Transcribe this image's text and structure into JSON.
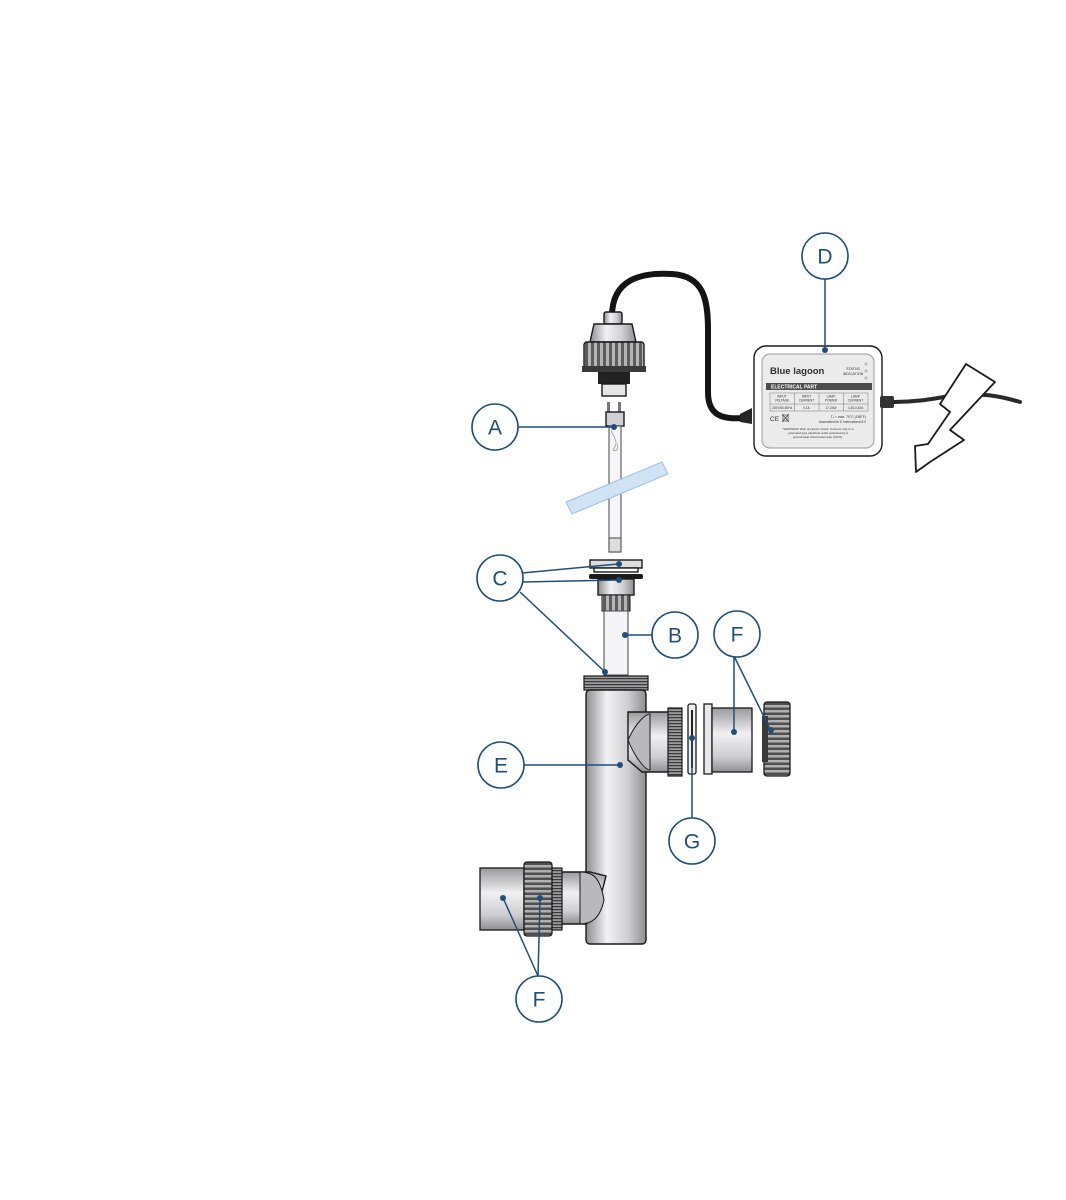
{
  "callouts": {
    "a": "A",
    "b": "B",
    "c": "C",
    "d": "D",
    "e": "E",
    "f_top": "F",
    "f_bottom": "F",
    "g": "G"
  },
  "control_box": {
    "brand": "Blue lagoon",
    "status_label_1": "STATUS",
    "status_label_2": "INDICATION",
    "section_title": "ELECTRICAL PART",
    "table_headers": [
      [
        "INPUT",
        "VOLTAGE"
      ],
      [
        "INPUT",
        "CURRENT"
      ],
      [
        "LAMP",
        "POWER"
      ],
      [
        "LAMP",
        "CURRENT"
      ]
    ],
    "table_values": [
      "220V/50-60Hz",
      "0,1A",
      "17-24W",
      "0,35-0,40A"
    ],
    "ce_mark": "CE",
    "temp_note": "Tₐ = max. 70°C (158°F)",
    "class_note": "Assembled for E International 8.0",
    "warning_1": "*WARNING* Risk of electric shock. Connect only to a",
    "warning_2": "grounded type electrical outlet protected by a",
    "warning_3": "ground-fault circuit-interrupter (GFCI)."
  },
  "colors": {
    "accent": "#1f4e79",
    "metal_light": "#e4e4e6",
    "metal_dark": "#8e8e92",
    "box_label_header": "#4d4d4d",
    "quartz_glass": "#cfe3f4"
  }
}
